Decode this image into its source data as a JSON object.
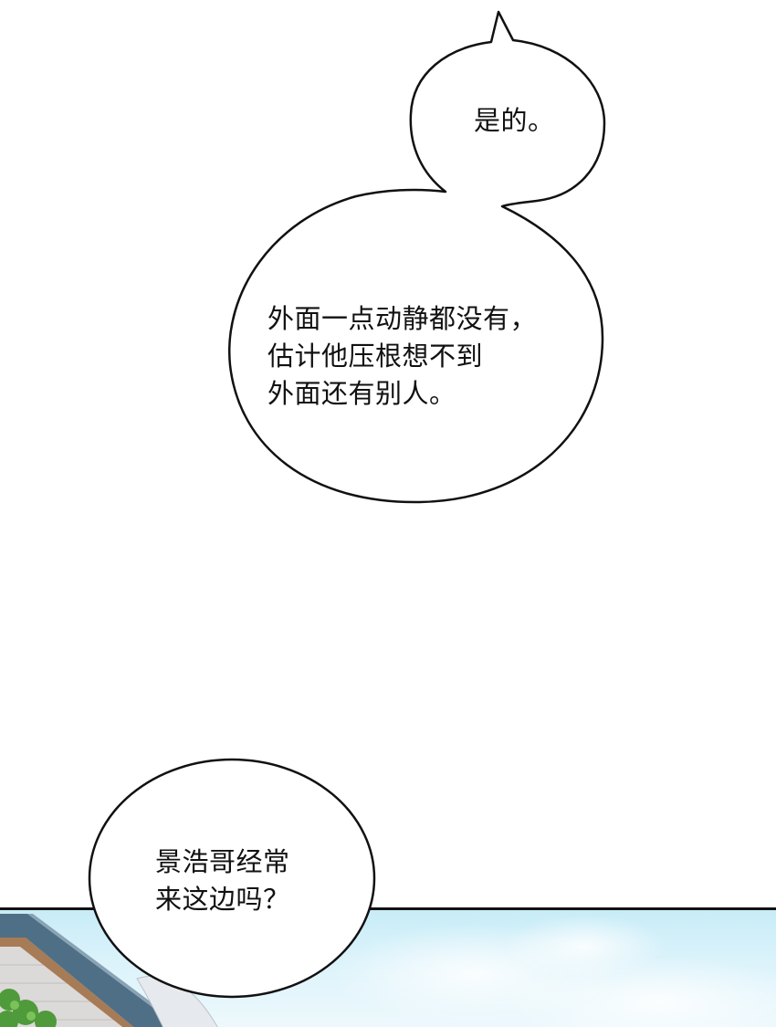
{
  "bubbles": [
    {
      "id": "bubble-1",
      "lines": [
        "是的。"
      ]
    },
    {
      "id": "bubble-2",
      "lines": [
        "外面一点动静都没有，",
        "估计他压根想不到",
        "外面还有别人。"
      ]
    },
    {
      "id": "bubble-3",
      "lines": [
        "景浩哥经常",
        "来这边吗？"
      ]
    }
  ],
  "text": {
    "b1": "是的。",
    "b2": "外面一点动静都没有，\n估计他压根想不到\n外面还有别人。",
    "b3": "景浩哥经常\n来这边吗？"
  },
  "panel": {
    "scene": "sky-with-building-roof",
    "sky_color": "#c8ecf7",
    "roof_color": "#4e6f86",
    "wall_color": "#d9d6d6",
    "trim_color": "#a77b56",
    "foliage_color": "#4f9a3a"
  },
  "colors": {
    "background": "#ffffff",
    "outline": "#111111",
    "text": "#111111"
  }
}
